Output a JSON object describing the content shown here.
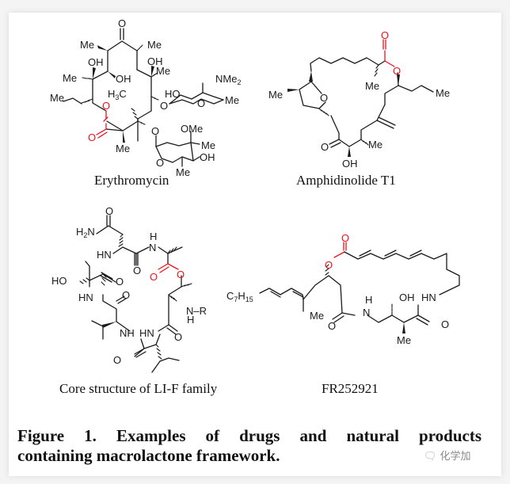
{
  "figure": {
    "compounds": [
      {
        "name": "Erythromycin"
      },
      {
        "name": "Amphidinolide T1"
      },
      {
        "name": "Core structure of LI-F family"
      },
      {
        "name": "FR252921"
      }
    ],
    "caption_line1": "Figure 1. Examples of drugs and natural products",
    "caption_line2": "containing macrolactone framework.",
    "highlight_color": "#e8141b"
  },
  "atom_labels": {
    "ery": [
      "O",
      "Me",
      "Me",
      "OH",
      "OH",
      "Me",
      "OH",
      "Me",
      "Me",
      "H3C",
      "O",
      "O",
      "HO",
      "O",
      "NMe2",
      "O",
      "Me",
      "O",
      "OMe",
      "Me",
      "O",
      "OH",
      "Me",
      "Me"
    ],
    "amph": [
      "O",
      "O",
      "Me",
      "Me",
      "O",
      "Me",
      "O",
      "OH",
      "Me"
    ],
    "lif": [
      "O",
      "H2N",
      "H",
      "N",
      "HN",
      "O",
      "O",
      "HO",
      "O",
      "O",
      "HN",
      "O",
      "N–R",
      "H",
      "NH",
      "HN",
      "O",
      "O"
    ],
    "fr": [
      "O",
      "O",
      "C7H15",
      "Me",
      "O",
      "H",
      "N",
      "OH",
      "HN",
      "O",
      "Me"
    ]
  },
  "watermark": {
    "icon": "wechat-icon",
    "text": "化学加"
  }
}
